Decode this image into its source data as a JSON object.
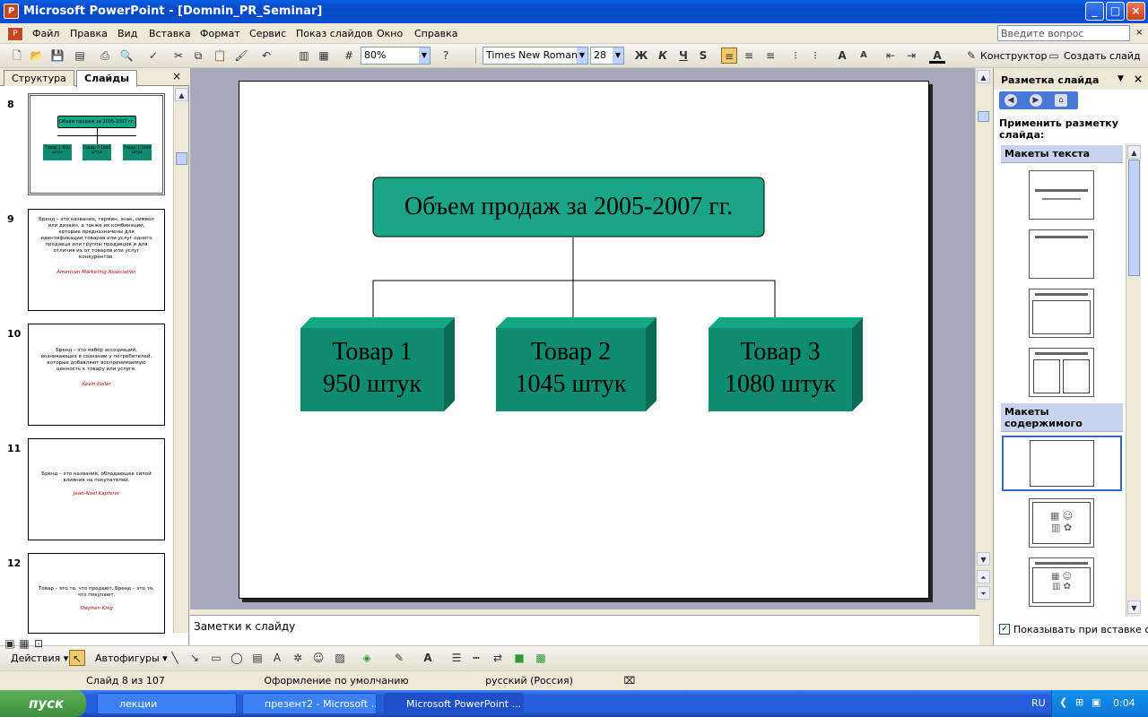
{
  "window": {
    "title": "Microsoft PowerPoint - [Domnin_PR_Seminar]",
    "min": "_",
    "max": "□",
    "close": "×"
  },
  "menu": {
    "items": [
      "Файл",
      "Правка",
      "Вид",
      "Вставка",
      "Формат",
      "Сервис",
      "Показ слайдов",
      "Окно",
      "Справка"
    ],
    "help_placeholder": "Введите вопрос"
  },
  "toolbar": {
    "zoom": "80%",
    "font": "Times New Roman",
    "size": "28",
    "bold": "Ж",
    "italic": "К",
    "underline": "Ч",
    "shadow": "S",
    "designer": "Конструктор",
    "new_slide": "Создать слайд"
  },
  "left_tabs": {
    "outline": "Структура",
    "slides": "Слайды"
  },
  "thumbnails": [
    {
      "num": "8",
      "title": "Объем продаж за 2005-2007 гг.",
      "boxes": [
        "Товар 1 950 штук",
        "Товар 2 1045 штук",
        "Товар 3 1080 штук"
      ]
    },
    {
      "num": "9",
      "text": "Бренд – это название, термин, знак, символ или дизайн, а также их комбинации, которые предназначены для идентификации товаров или услуг одного продавца или группы продавцов и для отличия их от товаров или услуг конкурентов.",
      "author": "American Marketing Association"
    },
    {
      "num": "10",
      "text": "Бренд – это набор ассоциаций, возникающих в сознании у потребителей, которые добавляют воспринимаемую ценность к товару или услуге.",
      "author": "Kevin Keller"
    },
    {
      "num": "11",
      "text": "Бренд – это название, обладающее силой влияния на покупателей.",
      "author": "Jean-Noel Kapferer"
    },
    {
      "num": "12",
      "text": "Товар – это то, что продают. Бренд – это то, что покупают.",
      "author": "Stephen King"
    }
  ],
  "slide": {
    "title": "Объем продаж за 2005-2007 гг.",
    "boxes": [
      {
        "line1": "Товар 1",
        "line2": "950 штук"
      },
      {
        "line1": "Товар 2",
        "line2": "1045 штук"
      },
      {
        "line1": "Товар 3",
        "line2": "1080 штук"
      }
    ]
  },
  "notes": {
    "placeholder": "Заметки к слайду"
  },
  "taskpane": {
    "title": "Разметка слайда",
    "apply": "Применить разметку слайда:",
    "text_layouts": "Макеты текста",
    "content_layouts": "Макеты содержимого",
    "show_on_insert": "Показывать при вставке слайдов"
  },
  "drawing": {
    "actions": "Действия",
    "autoshapes": "Автофигуры"
  },
  "status": {
    "slide": "Слайд 8 из 107",
    "design": "Оформление по умолчанию",
    "lang": "русский (Россия)"
  },
  "taskbar": {
    "start": "пуск",
    "tasks": [
      "лекции",
      "презент2 - Microsoft ...",
      "Microsoft PowerPoint ..."
    ],
    "lang": "RU",
    "time": "0:04"
  },
  "colors": {
    "accent": "#1aa586",
    "box_front": "#0e8c70",
    "box_top": "#13a885",
    "box_side": "#0a6b55"
  }
}
